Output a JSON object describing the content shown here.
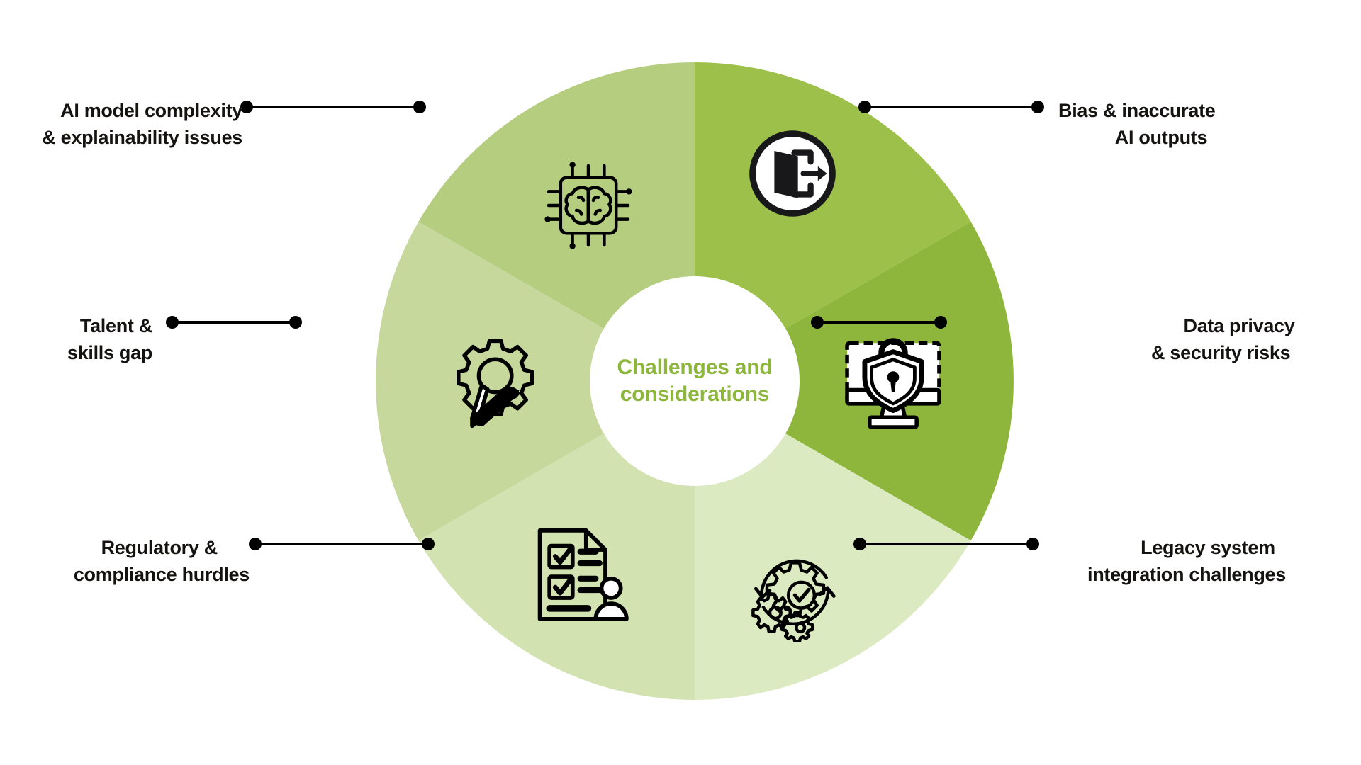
{
  "center": {
    "line1": "Challenges and",
    "line2": "considerations",
    "color": "#8cb63c"
  },
  "palette": {
    "seg_mid_light": "#b5cd7f",
    "seg_light": "#c6d89c",
    "seg_lighter": "#d3e2b1",
    "seg_lightest": "#dceac2",
    "seg_dark": "#9dc04a",
    "seg_darker": "#8eb63c",
    "connector": "#000000",
    "label_text": "#15130f",
    "center_fill": "#ffffff"
  },
  "segments": [
    {
      "id": "ai-model-complexity",
      "icon": "brain-chip-icon",
      "color": "#b5cd7f",
      "label_line1": "AI model complexity",
      "label_line2": "& explainability issues",
      "side": "left"
    },
    {
      "id": "bias-inaccurate",
      "icon": "exit-door-arrow-icon",
      "color": "#9dc04a",
      "label_line1": "Bias & inaccurate",
      "label_line2": "AI outputs",
      "side": "right"
    },
    {
      "id": "data-privacy",
      "icon": "monitor-shield-lock-icon",
      "color": "#8eb63c",
      "label_line1": "Data privacy",
      "label_line2": "& security risks",
      "side": "right"
    },
    {
      "id": "legacy-integration",
      "icon": "gears-refresh-check-icon",
      "color": "#dceac2",
      "label_line1": "Legacy system",
      "label_line2": "integration challenges",
      "side": "right"
    },
    {
      "id": "regulatory-compliance",
      "icon": "checklist-person-icon",
      "color": "#d3e2b1",
      "label_line1": "Regulatory &",
      "label_line2": "compliance hurdles",
      "side": "left"
    },
    {
      "id": "talent-skills-gap",
      "icon": "gear-pencil-wrench-icon",
      "color": "#c6d89c",
      "label_line1": "Talent &",
      "label_line2": "skills gap",
      "side": "left"
    }
  ],
  "chart_data": {
    "type": "pie",
    "title": "Challenges and considerations",
    "categories": [
      "AI model complexity & explainability issues",
      "Bias & inaccurate AI outputs",
      "Data privacy & security risks",
      "Legacy system integration challenges",
      "Regulatory & compliance hurdles",
      "Talent & skills gap"
    ],
    "values": [
      1,
      1,
      1,
      1,
      1,
      1
    ],
    "colors": [
      "#b5cd7f",
      "#9dc04a",
      "#8eb63c",
      "#dceac2",
      "#d3e2b1",
      "#c6d89c"
    ],
    "legend": "none",
    "grid": false,
    "donut_hole_ratio": 0.33
  }
}
